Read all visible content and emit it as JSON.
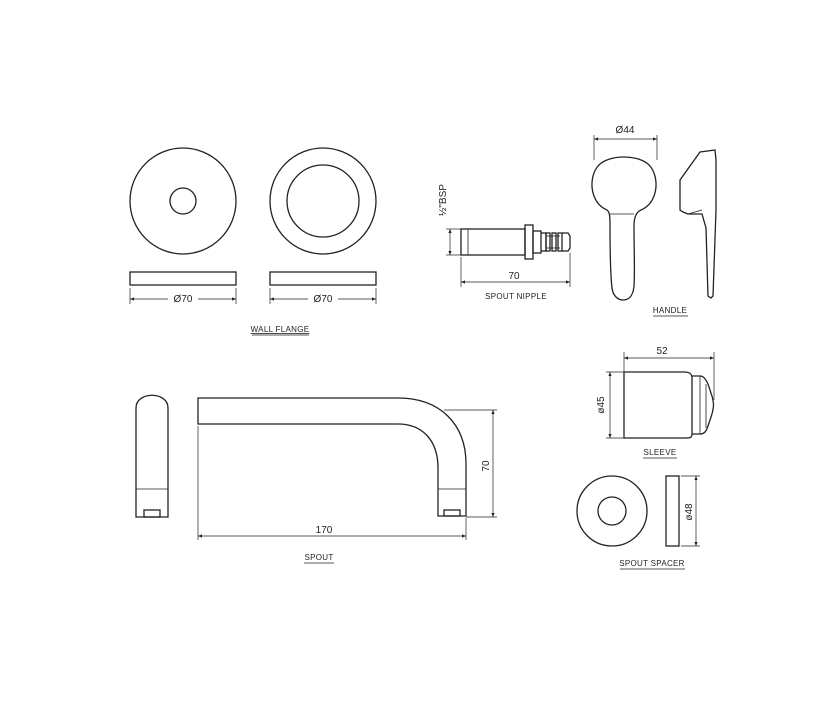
{
  "parts": {
    "wall_flange": {
      "label": "WALL FLANGE",
      "dim_left": "Ø70",
      "dim_right": "Ø70"
    },
    "spout_nipple": {
      "label": "SPOUT NIPPLE",
      "dim_length": "70",
      "thread": "½\"BSP"
    },
    "handle": {
      "label": "HANDLE",
      "dim_top": "Ø44"
    },
    "sleeve": {
      "label": "SLEEVE",
      "dim_length": "52",
      "dim_diameter": "ø45"
    },
    "spout": {
      "label": "SPOUT",
      "dim_length": "170",
      "dim_height": "70"
    },
    "spout_spacer": {
      "label": "SPOUT SPACER",
      "dim_diameter": "ø48"
    }
  },
  "colors": {
    "line": "#222222",
    "background": "#ffffff"
  }
}
